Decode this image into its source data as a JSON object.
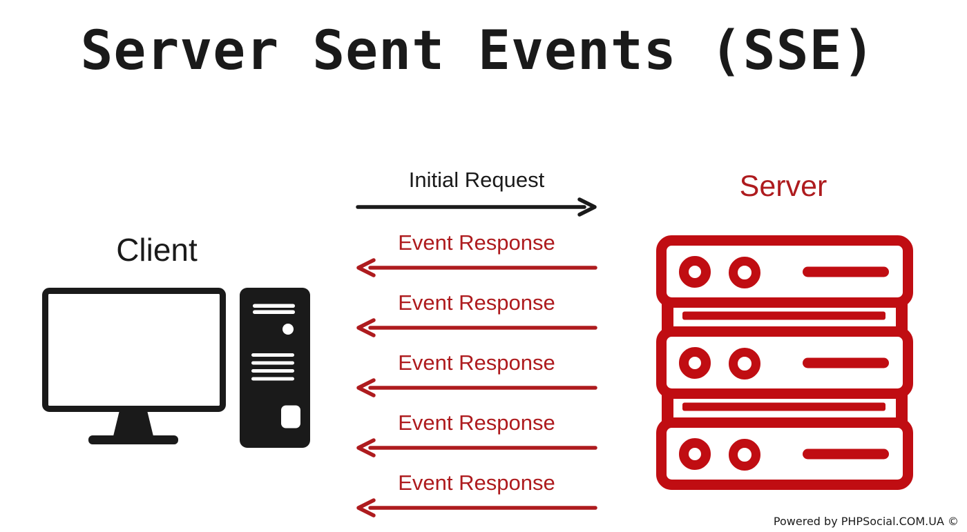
{
  "title": "Server Sent Events (SSE)",
  "client": {
    "label": "Client"
  },
  "server": {
    "label": "Server"
  },
  "flow": {
    "rows": [
      {
        "label": "Initial Request",
        "direction": "client-to-server"
      },
      {
        "label": "Event Response",
        "direction": "server-to-client"
      },
      {
        "label": "Event Response",
        "direction": "server-to-client"
      },
      {
        "label": "Event Response",
        "direction": "server-to-client"
      },
      {
        "label": "Event Response",
        "direction": "server-to-client"
      },
      {
        "label": "Event Response",
        "direction": "server-to-client"
      }
    ]
  },
  "footer": {
    "credit": "Powered by PHPSocial.COM.UA ©"
  },
  "colors": {
    "ink": "#1a1a1a",
    "red": "#ae1b1e",
    "server-red": "#c00d12",
    "bg": "#ffffff"
  }
}
